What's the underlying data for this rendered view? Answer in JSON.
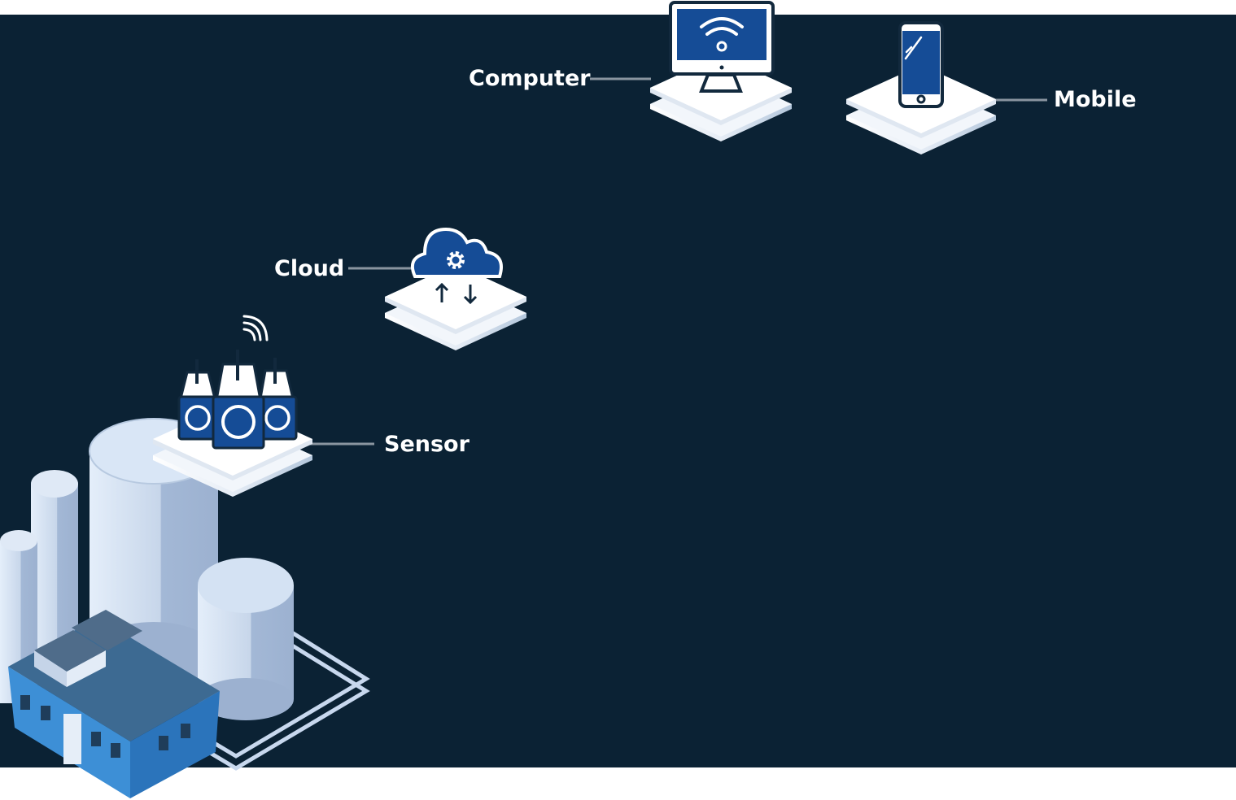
{
  "labels": {
    "computer": "Computer",
    "mobile": "Mobile",
    "cloud": "Cloud",
    "sensor": "Sensor"
  },
  "colors": {
    "background": "#0b2234",
    "accent_blue": "#154c96",
    "outline": "#12293d",
    "connector": "#8a95a0",
    "platform": "#ffffff"
  },
  "icons": [
    "monitor-wifi-icon",
    "smartphone-icon",
    "cloud-gear-icon",
    "upload-download-arrows-icon",
    "sensor-devices-icon",
    "wireless-signal-icon",
    "industrial-plant-illustration"
  ]
}
